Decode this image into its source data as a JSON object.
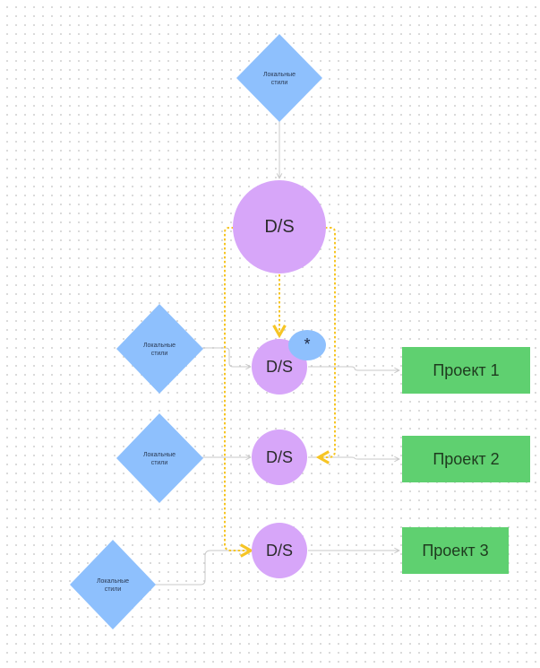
{
  "colors": {
    "diamond": "#8ec0fd",
    "circle": "#d7a6f9",
    "rect": "#5fd070",
    "badge": "#8ec0fd",
    "connector_gray": "#c9c9c9",
    "connector_yellow": "#f6c525"
  },
  "nodes": {
    "top_local": {
      "label": "Локальные\nстили"
    },
    "main_ds": {
      "label": "D/S"
    },
    "local_1": {
      "label": "Локальные\nстили"
    },
    "local_2": {
      "label": "Локальные\nстили"
    },
    "local_3": {
      "label": "Локальные\nстили"
    },
    "ds_1": {
      "label": "D/S"
    },
    "ds_2": {
      "label": "D/S"
    },
    "ds_3": {
      "label": "D/S"
    },
    "badge": {
      "label": "*"
    },
    "project_1": {
      "label": "Проект 1"
    },
    "project_2": {
      "label": "Проект 2"
    },
    "project_3": {
      "label": "Проект 3"
    }
  },
  "edges": [
    {
      "from": "top_local",
      "to": "main_ds",
      "style": "gray"
    },
    {
      "from": "main_ds",
      "to": "ds_1",
      "style": "yellow-dashed"
    },
    {
      "from": "main_ds",
      "to": "ds_2",
      "style": "yellow-dashed"
    },
    {
      "from": "main_ds",
      "to": "ds_3",
      "style": "yellow-dashed"
    },
    {
      "from": "local_1",
      "to": "ds_1",
      "style": "gray"
    },
    {
      "from": "local_2",
      "to": "ds_2",
      "style": "gray"
    },
    {
      "from": "local_3",
      "to": "ds_3",
      "style": "gray"
    },
    {
      "from": "ds_1",
      "to": "project_1",
      "style": "gray"
    },
    {
      "from": "ds_2",
      "to": "project_2",
      "style": "gray"
    },
    {
      "from": "ds_3",
      "to": "project_3",
      "style": "gray"
    }
  ]
}
